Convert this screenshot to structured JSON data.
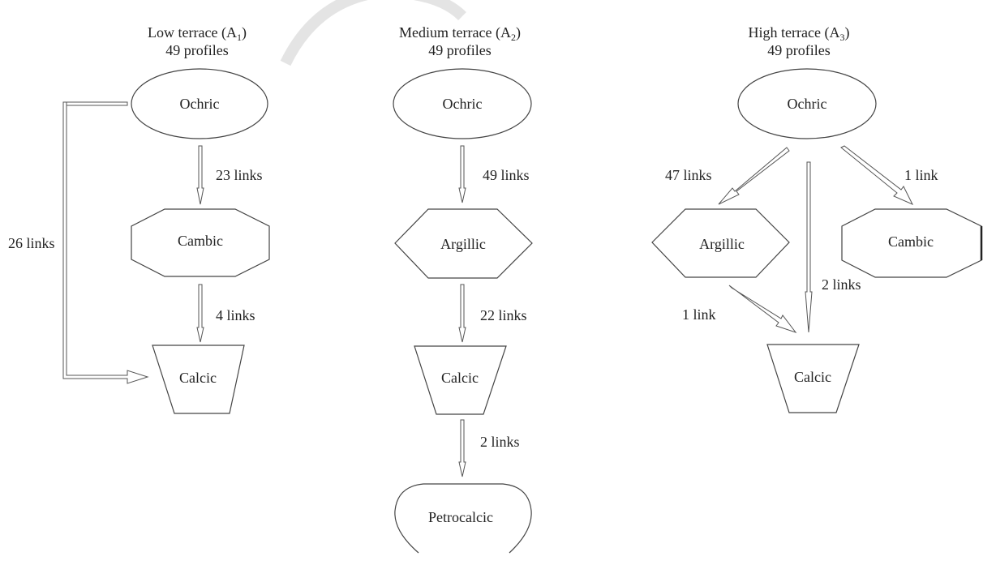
{
  "figure": {
    "watermark": "faint-arc",
    "panels": [
      {
        "id": "A1",
        "title": "Low terrace (A",
        "title_sub": "1",
        "title_end": ")",
        "profiles": "49 profiles",
        "nodes": [
          {
            "id": "ochric",
            "label": "Ochric",
            "shape": "ellipse"
          },
          {
            "id": "cambic",
            "label": "Cambic",
            "shape": "octagon"
          },
          {
            "id": "calcic",
            "label": "Calcic",
            "shape": "trapezoid"
          }
        ],
        "links": [
          {
            "from": "ochric",
            "to": "cambic",
            "label": "23 links"
          },
          {
            "from": "cambic",
            "to": "calcic",
            "label": "4 links"
          },
          {
            "from": "ochric",
            "to": "calcic",
            "label": "26 links"
          }
        ]
      },
      {
        "id": "A2",
        "title": "Medium terrace (A",
        "title_sub": "2",
        "title_end": ")",
        "profiles": "49 profiles",
        "nodes": [
          {
            "id": "ochric",
            "label": "Ochric",
            "shape": "ellipse"
          },
          {
            "id": "argillic",
            "label": "Argillic",
            "shape": "hexagon"
          },
          {
            "id": "calcic",
            "label": "Calcic",
            "shape": "trapezoid"
          },
          {
            "id": "petrocalcic",
            "label": "Petrocalcic",
            "shape": "rounded"
          }
        ],
        "links": [
          {
            "from": "ochric",
            "to": "argillic",
            "label": "49 links"
          },
          {
            "from": "argillic",
            "to": "calcic",
            "label": "22 links"
          },
          {
            "from": "calcic",
            "to": "petrocalcic",
            "label": "2 links"
          }
        ]
      },
      {
        "id": "A3",
        "title": "High terrace (A",
        "title_sub": "3",
        "title_end": ")",
        "profiles": "49 profiles",
        "nodes": [
          {
            "id": "ochric",
            "label": "Ochric",
            "shape": "ellipse"
          },
          {
            "id": "argillic",
            "label": "Argillic",
            "shape": "hexagon"
          },
          {
            "id": "cambic",
            "label": "Cambic",
            "shape": "octagon"
          },
          {
            "id": "calcic",
            "label": "Calcic",
            "shape": "trapezoid"
          }
        ],
        "links": [
          {
            "from": "ochric",
            "to": "argillic",
            "label": "47 links"
          },
          {
            "from": "ochric",
            "to": "cambic",
            "label": "1 link"
          },
          {
            "from": "ochric",
            "to": "calcic",
            "label": "2 links"
          },
          {
            "from": "argillic",
            "to": "calcic",
            "label": "1 link"
          }
        ]
      }
    ]
  }
}
